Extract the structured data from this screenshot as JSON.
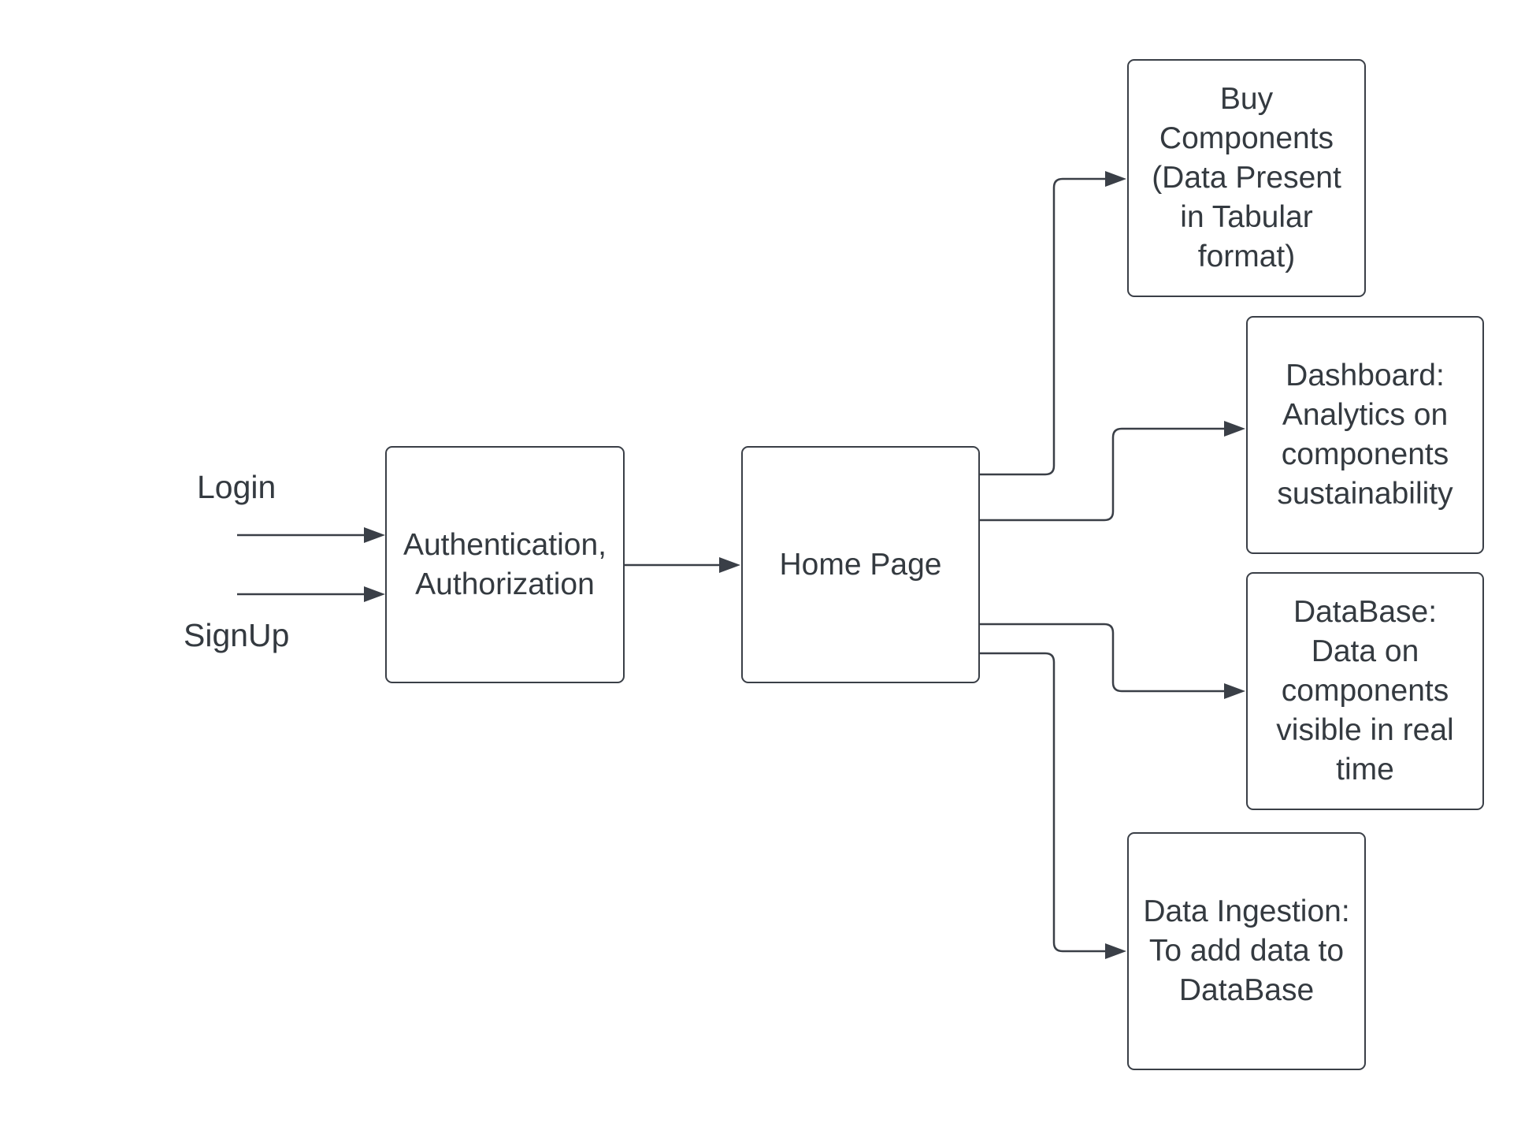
{
  "diagram": {
    "colors": {
      "stroke": "#3a3f47",
      "text": "#343a40",
      "background": "#ffffff"
    },
    "inputs": {
      "login": "Login",
      "signup": "SignUp"
    },
    "nodes": {
      "auth": "Authentication,\nAuthorization",
      "home": "Home Page",
      "buy": "Buy\nComponents\n(Data Present\nin Tabular\nformat)",
      "dashboard": "Dashboard:\nAnalytics on\ncomponents\nsustainability",
      "database": "DataBase:\nData on\ncomponents\nvisible in real\ntime",
      "ingestion": "Data Ingestion:\nTo add data to\nDataBase"
    },
    "edges": [
      {
        "from": "login",
        "to": "auth"
      },
      {
        "from": "signup",
        "to": "auth"
      },
      {
        "from": "auth",
        "to": "home"
      },
      {
        "from": "home",
        "to": "buy"
      },
      {
        "from": "home",
        "to": "dashboard"
      },
      {
        "from": "home",
        "to": "database"
      },
      {
        "from": "home",
        "to": "ingestion"
      }
    ]
  }
}
